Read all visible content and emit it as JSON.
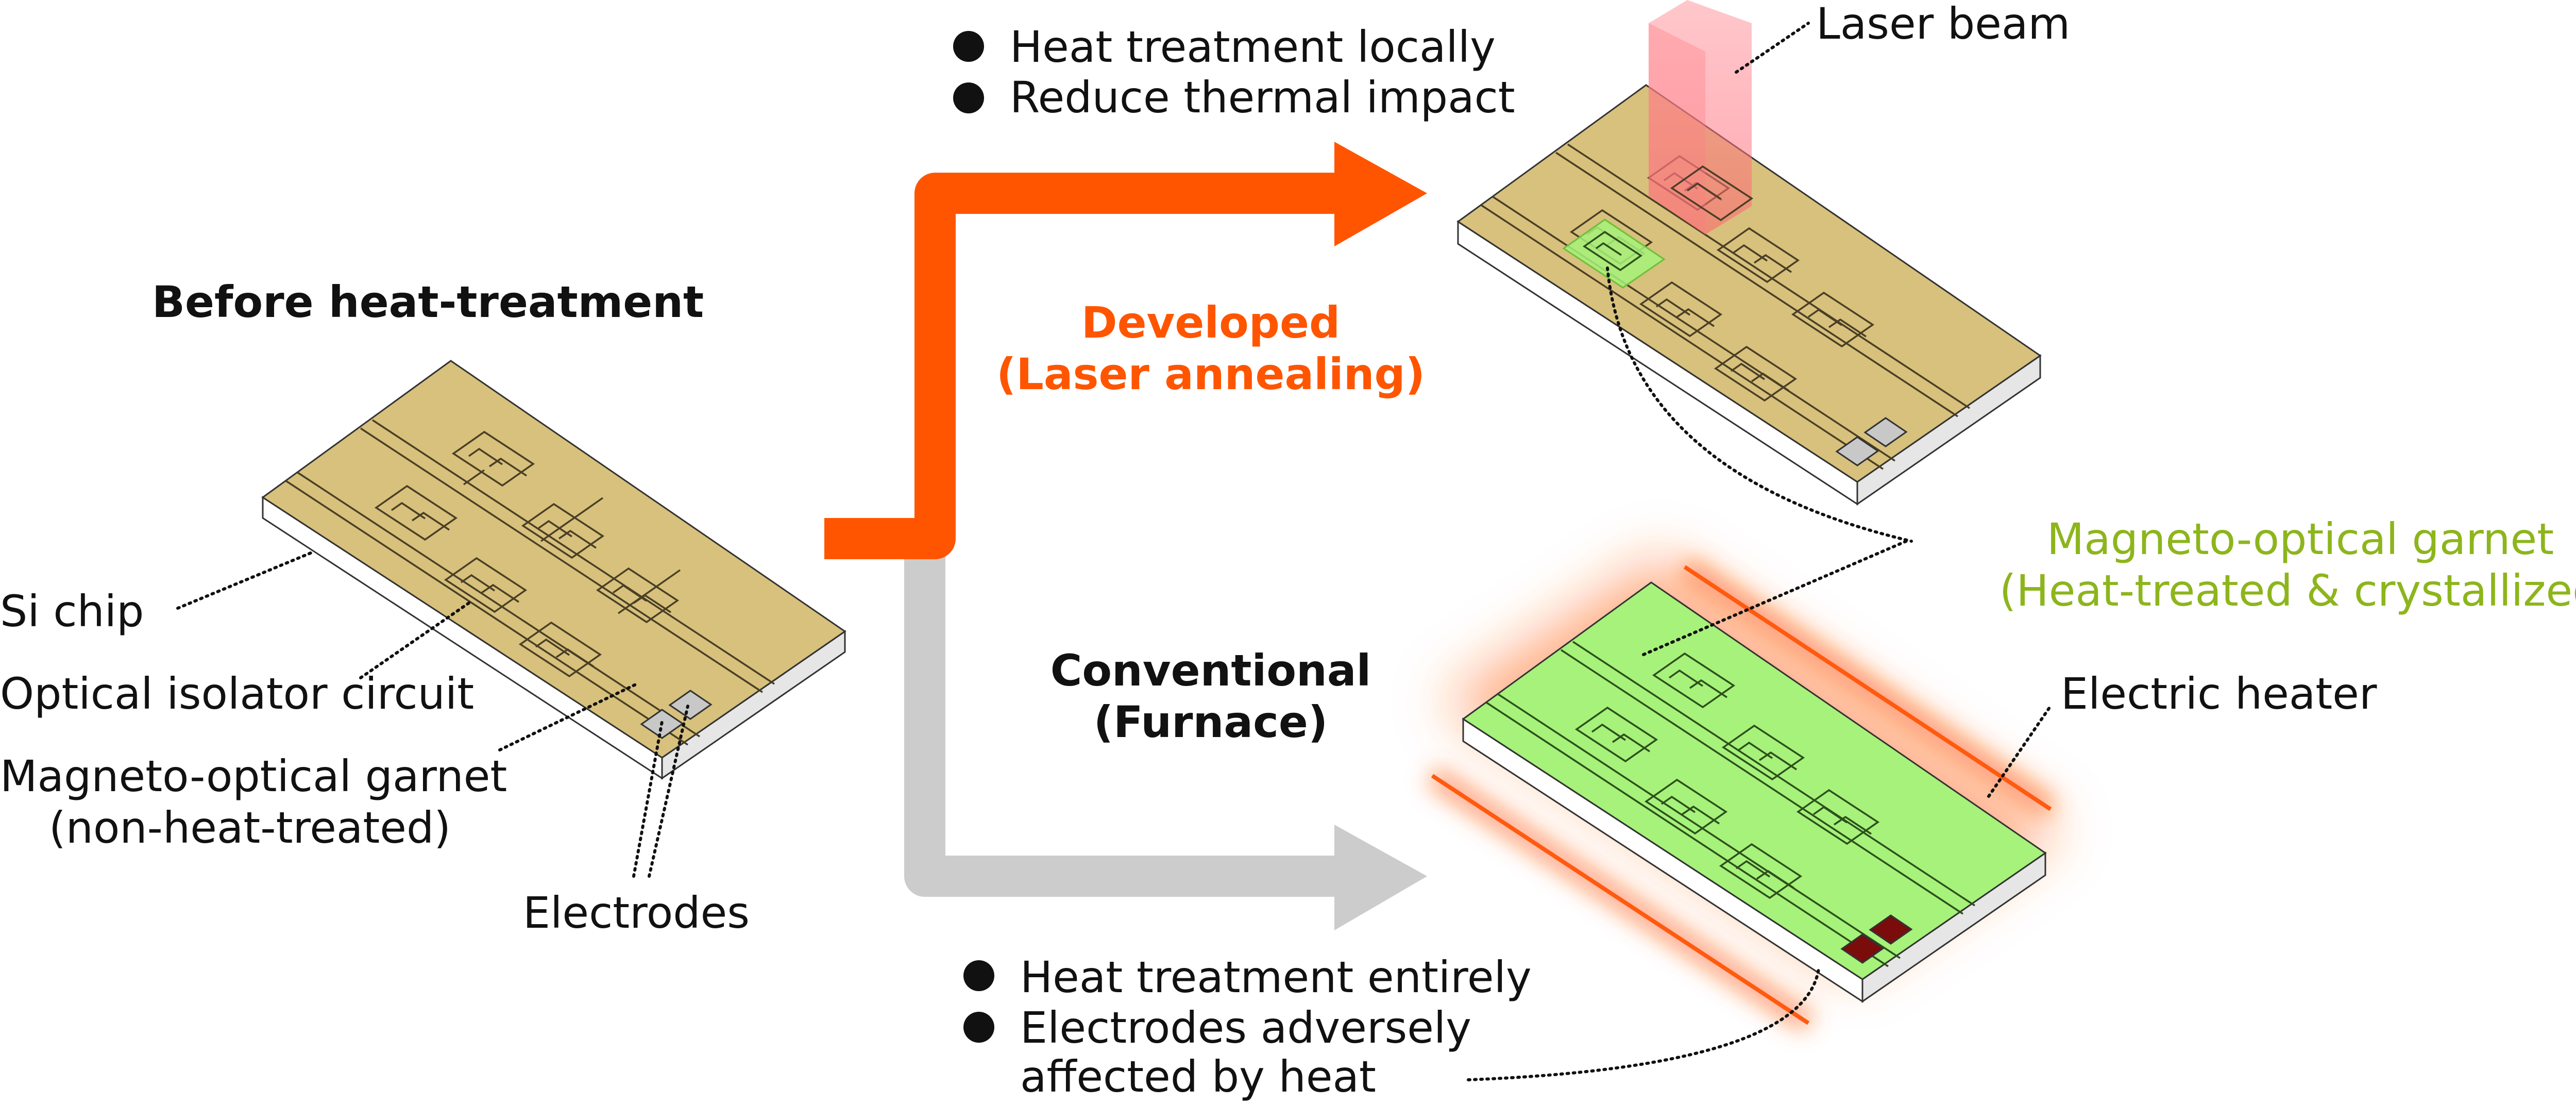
{
  "colors": {
    "chip_gold": "#d7c17c",
    "garnet_green": "#a6f27a",
    "laser_arrow": "#ff5500",
    "furnace_arrow": "#cccccc",
    "garnet_label": "#8db51c",
    "heater": "#ff5a10",
    "electrode_gray": "#c8c8c8",
    "electrode_damaged": "#7a0c0c"
  },
  "before": {
    "title": "Before heat-treatment",
    "si_chip_label": "Si chip",
    "circuit_label": "Optical isolator circuit",
    "garnet_label_line1": "Magneto-optical garnet",
    "garnet_label_line2": "(non-heat-treated)",
    "electrodes_label": "Electrodes"
  },
  "developed": {
    "title_line1": "Developed",
    "title_line2": "(Laser annealing)",
    "bullet1": "Heat treatment locally",
    "bullet2": "Reduce thermal impact",
    "laser_label": "Laser beam"
  },
  "garnet_result": {
    "label_line1": "Magneto-optical garnet",
    "label_line2": "(Heat-treated & crystallized)"
  },
  "conventional": {
    "title_line1": "Conventional",
    "title_line2": "(Furnace)",
    "heater_label": "Electric heater",
    "bullet1": "Heat treatment entirely",
    "bullet2_line1": "Electrodes adversely",
    "bullet2_line2": "affected by heat"
  }
}
